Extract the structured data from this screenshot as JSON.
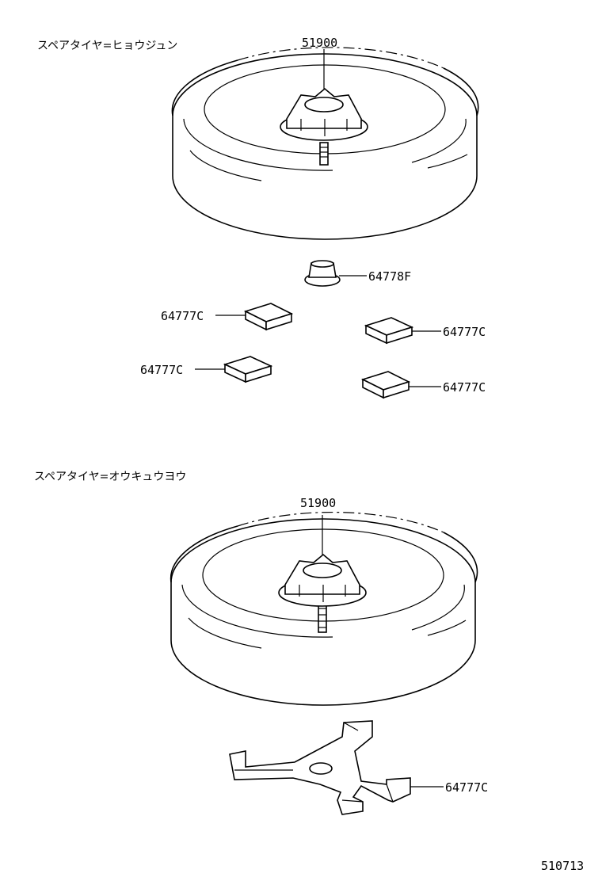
{
  "sections": [
    {
      "title": "スペアタイヤ=ヒョウジュン",
      "tire_part": "51900",
      "parts": [
        "64778F",
        "64777C",
        "64777C",
        "64777C",
        "64777C"
      ]
    },
    {
      "title": "スペアタイヤ=オウキュウヨウ",
      "tire_part": "51900",
      "parts": [
        "64777C"
      ]
    }
  ],
  "diagram_code": "510713"
}
